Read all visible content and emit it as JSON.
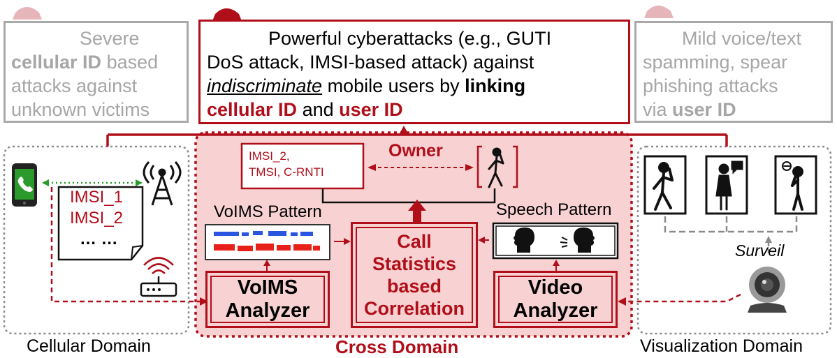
{
  "left_attack": {
    "line1": "Severe",
    "line2_bold": "cellular ID",
    "line2_rest": " based",
    "line3": "attacks against",
    "line4": "unknown victims"
  },
  "main_attack": {
    "line1": "Powerful cyberattacks (e.g., GUTI",
    "line2": "DoS attack, IMSI-based attack) against",
    "line3_italic": "indiscriminate",
    "line3_rest": " mobile users by ",
    "line3_bold": "linking",
    "line4_red1": "cellular ID",
    "line4_mid": " and ",
    "line4_red2": "user ID"
  },
  "right_attack": {
    "line1": "Mild voice/text",
    "line2": "spamming, spear",
    "line3": "phishing attacks",
    "line4_pre": "via ",
    "line4_bold": "user ID"
  },
  "cellular": {
    "imsi1": "IMSI_1",
    "imsi2": "IMSI_2",
    "dots": "… …",
    "domain_label": "Cellular Domain"
  },
  "cross": {
    "ids_line1": "IMSI_2,",
    "ids_line2": "TMSI, C-RNTI",
    "owner": "Owner",
    "volms_pattern": "VoIMS Pattern",
    "speech_pattern": "Speech Pattern",
    "volms_analyzer_1": "VoIMS",
    "volms_analyzer_2": "Analyzer",
    "center_1": "Call",
    "center_2": "Statistics",
    "center_3": "based",
    "center_4": "Correlation",
    "video_1": "Video",
    "video_2": "Analyzer",
    "domain_label": "Cross Domain"
  },
  "visualization": {
    "surveil": "Surveil",
    "domain_label": "Visualization Domain"
  },
  "colors": {
    "accent": "#b00f1a",
    "pink": "#f8d2d2",
    "grey": "#a6a6a6",
    "green": "#2a9a2a",
    "blue": "#2a55e0"
  }
}
